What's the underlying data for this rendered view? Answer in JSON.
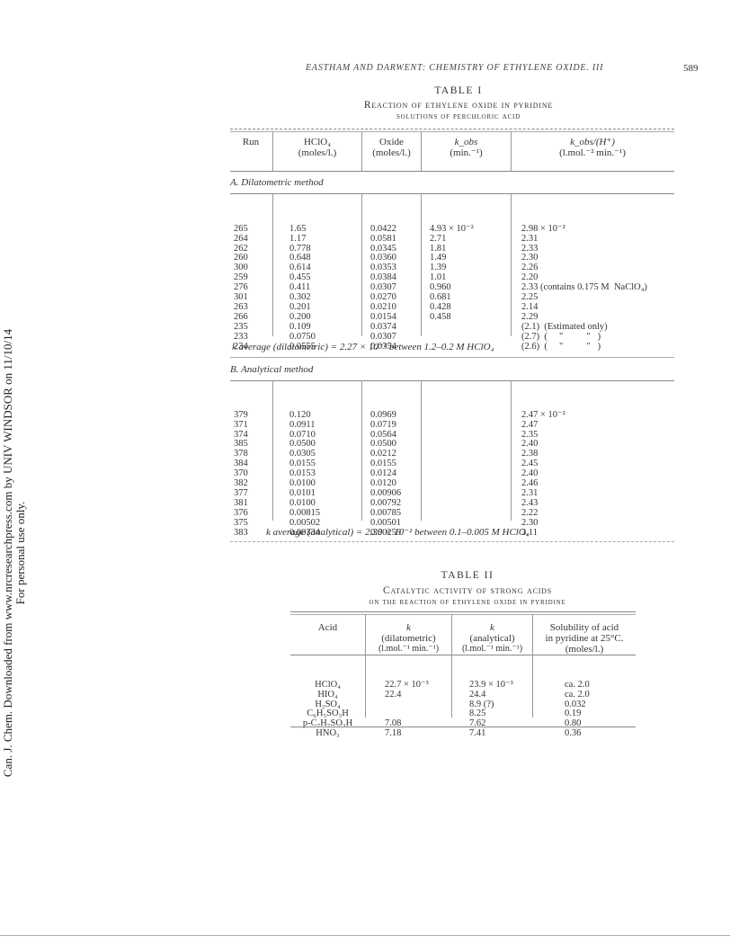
{
  "watermark": {
    "line1": "Can. J. Chem. Downloaded from www.nrcresearchpress.com by UNIV WINDSOR on 11/10/14",
    "line2": "For personal use only."
  },
  "header": {
    "running_title": "EASTHAM AND DARWENT: CHEMISTRY OF ETHYLENE OXIDE. III",
    "page_number": "589"
  },
  "table1": {
    "label": "TABLE I",
    "caption_line1": "Reaction of ethylene oxide in pyridine",
    "caption_line2": "solutions of perchloric acid",
    "columns": [
      {
        "line1": "Run",
        "line2": ""
      },
      {
        "line1": "HClO₄",
        "line2": "(moles/l.)"
      },
      {
        "line1": "Oxide",
        "line2": "(moles/l.)"
      },
      {
        "line1": "k_obs",
        "line2": "(min.⁻¹)"
      },
      {
        "line1": "k_obs/(H⁺)",
        "line2": "(l.mol.⁻² min.⁻¹)"
      }
    ],
    "section_a": {
      "title": "A. Dilatometric method",
      "runs": [
        "265",
        "264",
        "262",
        "260",
        "300",
        "259",
        "276",
        "301",
        "263",
        "266",
        "235",
        "233",
        "234"
      ],
      "hclo4": [
        "1.65",
        "1.17",
        "0.778",
        "0.648",
        "0.614",
        "0.455",
        "0.411",
        "0.302",
        "0.201",
        "0.200",
        "0.109",
        "0.0750",
        "0.0555"
      ],
      "oxide": [
        "0.0422",
        "0.0581",
        "0.0345",
        "0.0360",
        "0.0353",
        "0.0384",
        "0.0307",
        "0.0270",
        "0.0210",
        "0.0154",
        "0.0374",
        "0.0307",
        "0.0354"
      ],
      "kobs": [
        "4.93 × 10⁻²",
        "2.71",
        "1.81",
        "1.49",
        "1.39",
        "1.01",
        "0.960",
        "0.681",
        "0.428",
        "0.458",
        "",
        "",
        ""
      ],
      "kobs_h": [
        "2.98 × 10⁻²",
        "2.31",
        "2.33",
        "2.30",
        "2.26",
        "2.20",
        "2.33 (contains 0.175 M  NaClO₄)",
        "2.25",
        "2.14",
        "2.29",
        "(2.1)  (Estimated only)",
        "(2.7)  (     \"          \"   )",
        "(2.6)  (     \"          \"   )"
      ],
      "average": "k average (dilatometric) = 2.27 × 10⁻² between 1.2–0.2 M  HClO₄"
    },
    "section_b": {
      "title": "B. Analytical method",
      "runs": [
        "379",
        "371",
        "374",
        "385",
        "378",
        "384",
        "370",
        "382",
        "377",
        "381",
        "376",
        "375",
        "383"
      ],
      "hclo4": [
        "0.120",
        "0.0911",
        "0.0710",
        "0.0500",
        "0.0305",
        "0.0155",
        "0.0153",
        "0.0100",
        "0.0101",
        "0.0100",
        "0.00815",
        "0.00502",
        "0.00334"
      ],
      "oxide": [
        "0.0969",
        "0.0719",
        "0.0564",
        "0.0500",
        "0.0212",
        "0.0155",
        "0.0124",
        "0.0120",
        "0.00906",
        "0.00792",
        "0.00785",
        "0.00501",
        "0.00259"
      ],
      "kobs_h": [
        "2.47 × 10⁻²",
        "2.47",
        "2.35",
        "2.40",
        "2.38",
        "2.45",
        "2.40",
        "2.46",
        "2.31",
        "2.43",
        "2.22",
        "2.30",
        "3.11"
      ],
      "average": "k average (analytical) = 2.39 × 10⁻² between 0.1–0.005 M  HClO₄"
    }
  },
  "table2": {
    "label": "TABLE II",
    "caption_line1": "Catalytic activity of strong acids",
    "caption_line2": "on the reaction of ethylene oxide in pyridine",
    "columns": [
      {
        "line1": "",
        "line2": "Acid",
        "line3": ""
      },
      {
        "line1": "k",
        "line2": "(dilatometric)",
        "line3": "(l.mol.⁻¹ min.⁻¹)"
      },
      {
        "line1": "k",
        "line2": "(analytical)",
        "line3": "(l.mol.⁻¹ min.⁻¹)"
      },
      {
        "line1": "Solubility of acid",
        "line2": "in pyridine at 25°C.",
        "line3": "(moles/l.)"
      }
    ],
    "acids": [
      "HClO₄",
      "HIO₄",
      "H₂SO₄",
      "C₆H₅SO₃H",
      "p-C₇H₇SO₃H",
      "HNO₃"
    ],
    "k_dil": [
      "22.7 × 10⁻³",
      "22.4",
      "",
      "",
      "7.08",
      "7.18"
    ],
    "k_ana": [
      "23.9 × 10⁻³",
      "24.4",
      "8.9 (?)",
      "8.25",
      "7.62",
      "7.41"
    ],
    "solubility": [
      "ca. 2.0",
      "ca. 2.0",
      "0.032",
      "0.19",
      "0.80",
      "0.36"
    ]
  }
}
